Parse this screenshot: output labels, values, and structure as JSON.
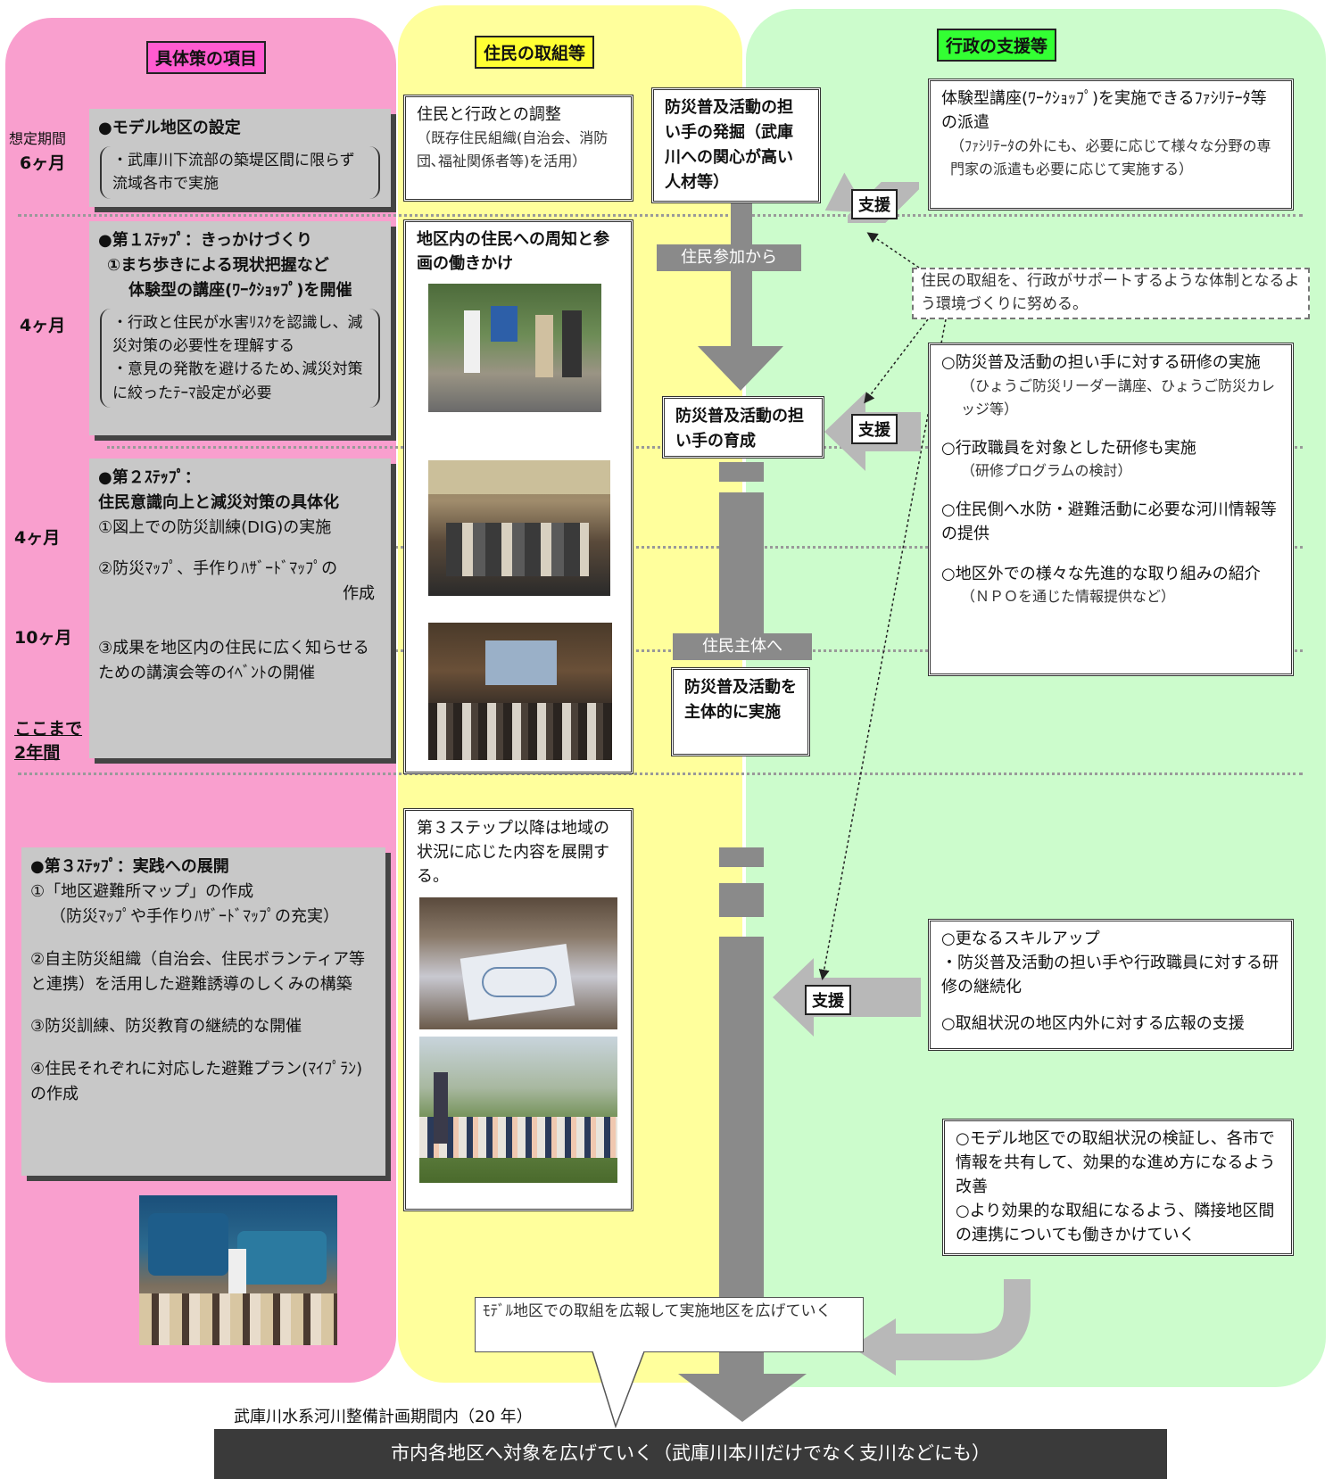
{
  "headers": {
    "pink": "具体策の項目",
    "yellow": "住民の取組等",
    "green": "行政の支援等"
  },
  "periods": {
    "label": "想定期間",
    "p1": "6ヶ月",
    "p2": "4ヶ月",
    "p3": "4ヶ月",
    "p4": "10ヶ月",
    "p5_line1": "ここまで",
    "p5_line2": "2年間"
  },
  "pink": {
    "model": {
      "title": "●モデル地区の設定",
      "note": "・武庫川下流部の築堤区間に限らず流域各市で実施"
    },
    "step1": {
      "title": "●第１ｽﾃｯﾌﾟ：きっかけづくり",
      "item1_line1": "①まち歩きによる現状把握など",
      "item1_line2": "体験型の講座(ﾜｰｸｼｮｯﾌﾟ)を開催",
      "note1": "・行政と住民が水害ﾘｽｸを認識し、減災対策の必要性を理解する",
      "note2": "・意見の発散を避けるため､減災対策に絞ったﾃｰﾏ設定が必要"
    },
    "step2": {
      "title1": "●第２ｽﾃｯﾌﾟ：",
      "title2": "住民意識向上と減災対策の具体化",
      "item1": "①図上での防災訓練(DIG)の実施",
      "item2_line1": "②防災ﾏｯﾌﾟ、手作りﾊｻﾞｰﾄﾞﾏｯﾌﾟの",
      "item2_line2": "作成",
      "item3": "③成果を地区内の住民に広く知らせるための講演会等のｲﾍﾞﾝﾄの開催"
    },
    "step3": {
      "title": "●第３ｽﾃｯﾌﾟ：実践への展開",
      "item1": "①「地区避難所マップ」の作成",
      "item1_sub": "（防災ﾏｯﾌﾟや手作りﾊｻﾞｰﾄﾞﾏｯﾌﾟの充実）",
      "item2": "②自主防災組織（自治会、住民ボランティア等と連携）を活用した避難誘導のしくみの構築",
      "item3": "③防災訓練、防災教育の継続的な開催",
      "item4": "④住民それぞれに対応した避難プラン(ﾏｲﾌﾟﾗﾝ)の作成"
    }
  },
  "yellow": {
    "coord_title": "住民と行政との調整",
    "coord_note": "（既存住民組織(自治会、消防団､福祉関係者等)を活用）",
    "notice": "地区内の住民への周知と参画の働きかけ",
    "step3_text": "第３ステップ以降は地域の状況に応じた内容を展開する。",
    "flow1": "防災普及活動の担い手の発掘（武庫川への関心が高い人材等）",
    "band1": "住民参加から",
    "flow2": "防災普及活動の担い手の育成",
    "band2": "住民主体へ",
    "flow3": "防災普及活動を主体的に実施"
  },
  "green": {
    "box1_title": "体験型講座(ﾜｰｸｼｮｯﾌﾟ)を実施できるﾌｧｼﾘﾃｰﾀ等の派遣",
    "box1_note": "（ﾌｧｼﾘﾃｰﾀの外にも、必要に応じて様々な分野の専門家の派遣も必要に応じて実施する）",
    "support_label": "支援",
    "dotted_note": "住民の取組を、行政がサポートするような体制となるよう環境づくりに努める。",
    "box2_item1": "○防災普及活動の担い手に対する研修の実施",
    "box2_item1_note": "（ひょうご防災リーダー講座、ひょうご防災カレッジ等）",
    "box2_item2": "○行政職員を対象とした研修も実施",
    "box2_item2_note": "（研修プログラムの検討）",
    "box2_item3": "○住民側へ水防・避難活動に必要な河川情報等の提供",
    "box2_item4": "○地区外での様々な先進的な取り組みの紹介",
    "box2_item4_note": "（ＮＰＯを通じた情報提供など）",
    "box3_item1": "○更なるスキルアップ",
    "box3_item1_sub": "・防災普及活動の担い手や行政職員に対する研修の継続化",
    "box3_item2": "○取組状況の地区内外に対する広報の支援",
    "box4_item1": "○モデル地区での取組状況の検証し、各市で情報を共有して、効果的な進め方になるよう改善",
    "box4_item2": "○より効果的な取組になるよう、隣接地区間の連携についても働きかけていく"
  },
  "bottom": {
    "callout": "ﾓﾃﾞﾙ地区での取組を広報して実施地区を広げていく",
    "period_note": "武庫川水系河川整備計画期間内（20 年）",
    "bar": "市内各地区へ対象を広げていく（武庫川本川だけでなく支川などにも）"
  }
}
